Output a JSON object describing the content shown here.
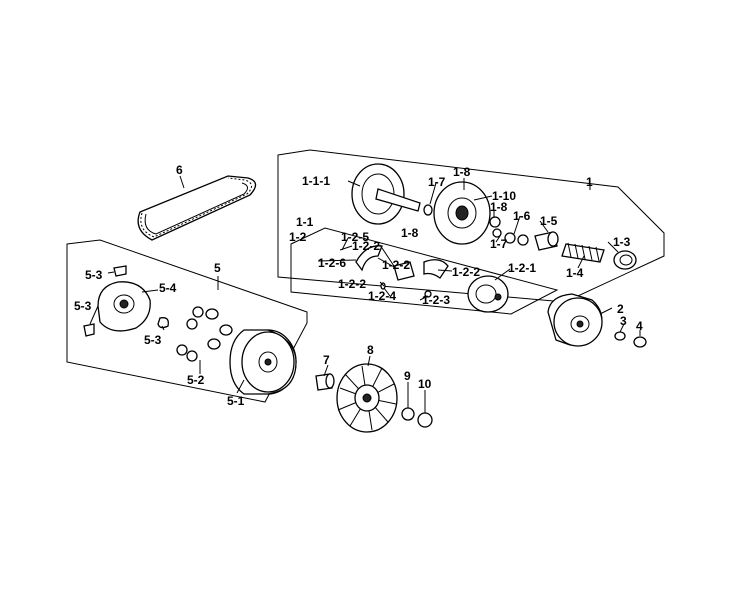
{
  "labels": {
    "l1": "1",
    "l1_1": "1-1",
    "l1_1_1": "1-1-1",
    "l1_2": "1-2",
    "l1_2_1": "1-2-1",
    "l1_2_2a": "1-2-2",
    "l1_2_2b": "1-2-2",
    "l1_2_2c": "1-2-2",
    "l1_2_3": "1-2-3",
    "l1_2_4": "1-2-4",
    "l1_2_5": "1-2-5",
    "l1_2_6": "1-2-6",
    "l1_3": "1-3",
    "l1_4": "1-4",
    "l1_5": "1-5",
    "l1_6": "1-6",
    "l1_7a": "1-7",
    "l1_7b": "1-7",
    "l1_8a": "1-8",
    "l1_8b": "1-8",
    "l1_8c": "1-8",
    "l1_10": "1-10",
    "l2": "2",
    "l3": "3",
    "l4": "4",
    "l5": "5",
    "l5_1": "5-1",
    "l5_2": "5-2",
    "l5_3a": "5-3",
    "l5_3b": "5-3",
    "l5_3c": "5-3",
    "l5_4": "5-4",
    "l6": "6",
    "l7": "7",
    "l8": "8",
    "l9": "9",
    "l10": "10"
  },
  "colors": {
    "stroke": "#000000",
    "background": "#ffffff"
  }
}
